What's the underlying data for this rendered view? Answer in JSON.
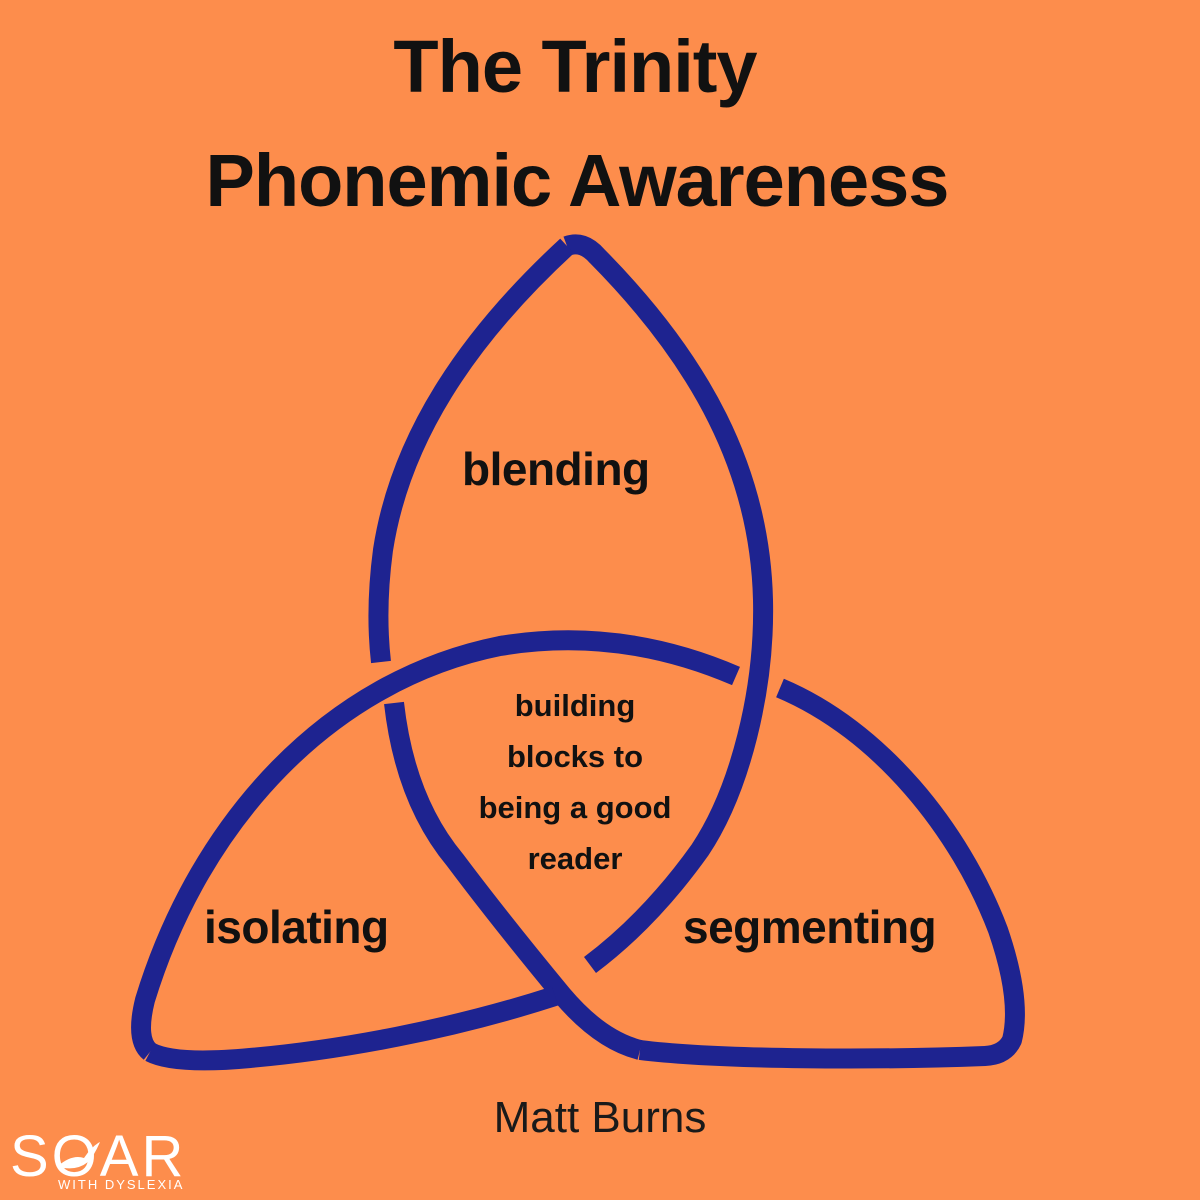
{
  "title": {
    "line1": "The Trinity",
    "line2": "Phonemic Awareness"
  },
  "regions": {
    "top": "blending",
    "left": "isolating",
    "right": "segmenting"
  },
  "center": {
    "lines": [
      "building",
      "blocks to",
      "being a good",
      "reader"
    ]
  },
  "author": "Matt Burns",
  "logo": {
    "word": "SOAR",
    "tagline": "WITH DYSLEXIA"
  },
  "colors": {
    "background": "#fd8d4c",
    "stroke": "#1e2390",
    "text": "#111111",
    "logo": "#ffffff"
  }
}
